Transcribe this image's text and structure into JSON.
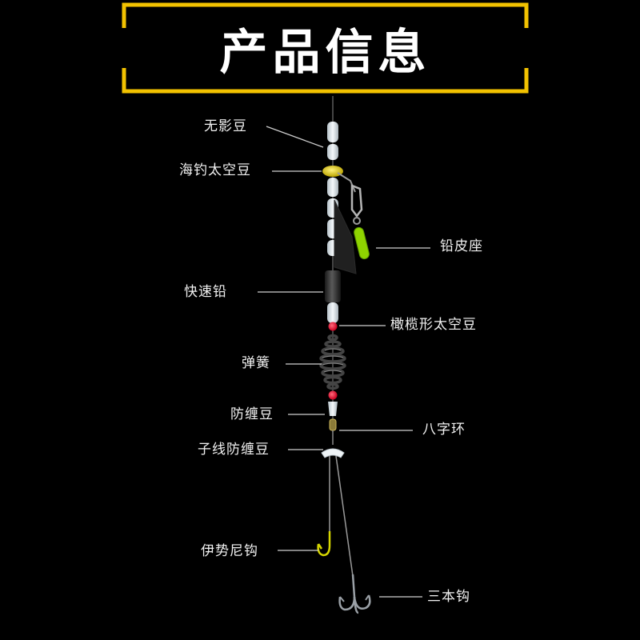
{
  "title": "产品信息",
  "colors": {
    "background": "#000000",
    "frame": "#f2c200",
    "text": "#f2f2f2",
    "glow_bead": "#dfe7ec",
    "yellow_bead": "#d8c400",
    "green_sleeve": "#8fd400",
    "red_bead": "#e5002a"
  },
  "labels": {
    "wuying_dou": "无影豆",
    "haidiao_taikong_dou": "海钓太空豆",
    "qian_pi_zuo": "铅皮座",
    "kuaisu_qian": "快速铅",
    "ganlan_taikong_dou": "橄榄形太空豆",
    "tanhuang": "弹簧",
    "fangchan_dou": "防缠豆",
    "bazi_huan": "八字环",
    "zixian_fangchan_dou": "子线防缠豆",
    "yishini_gou": "伊势尼钩",
    "sanben_gou": "三本钩"
  }
}
